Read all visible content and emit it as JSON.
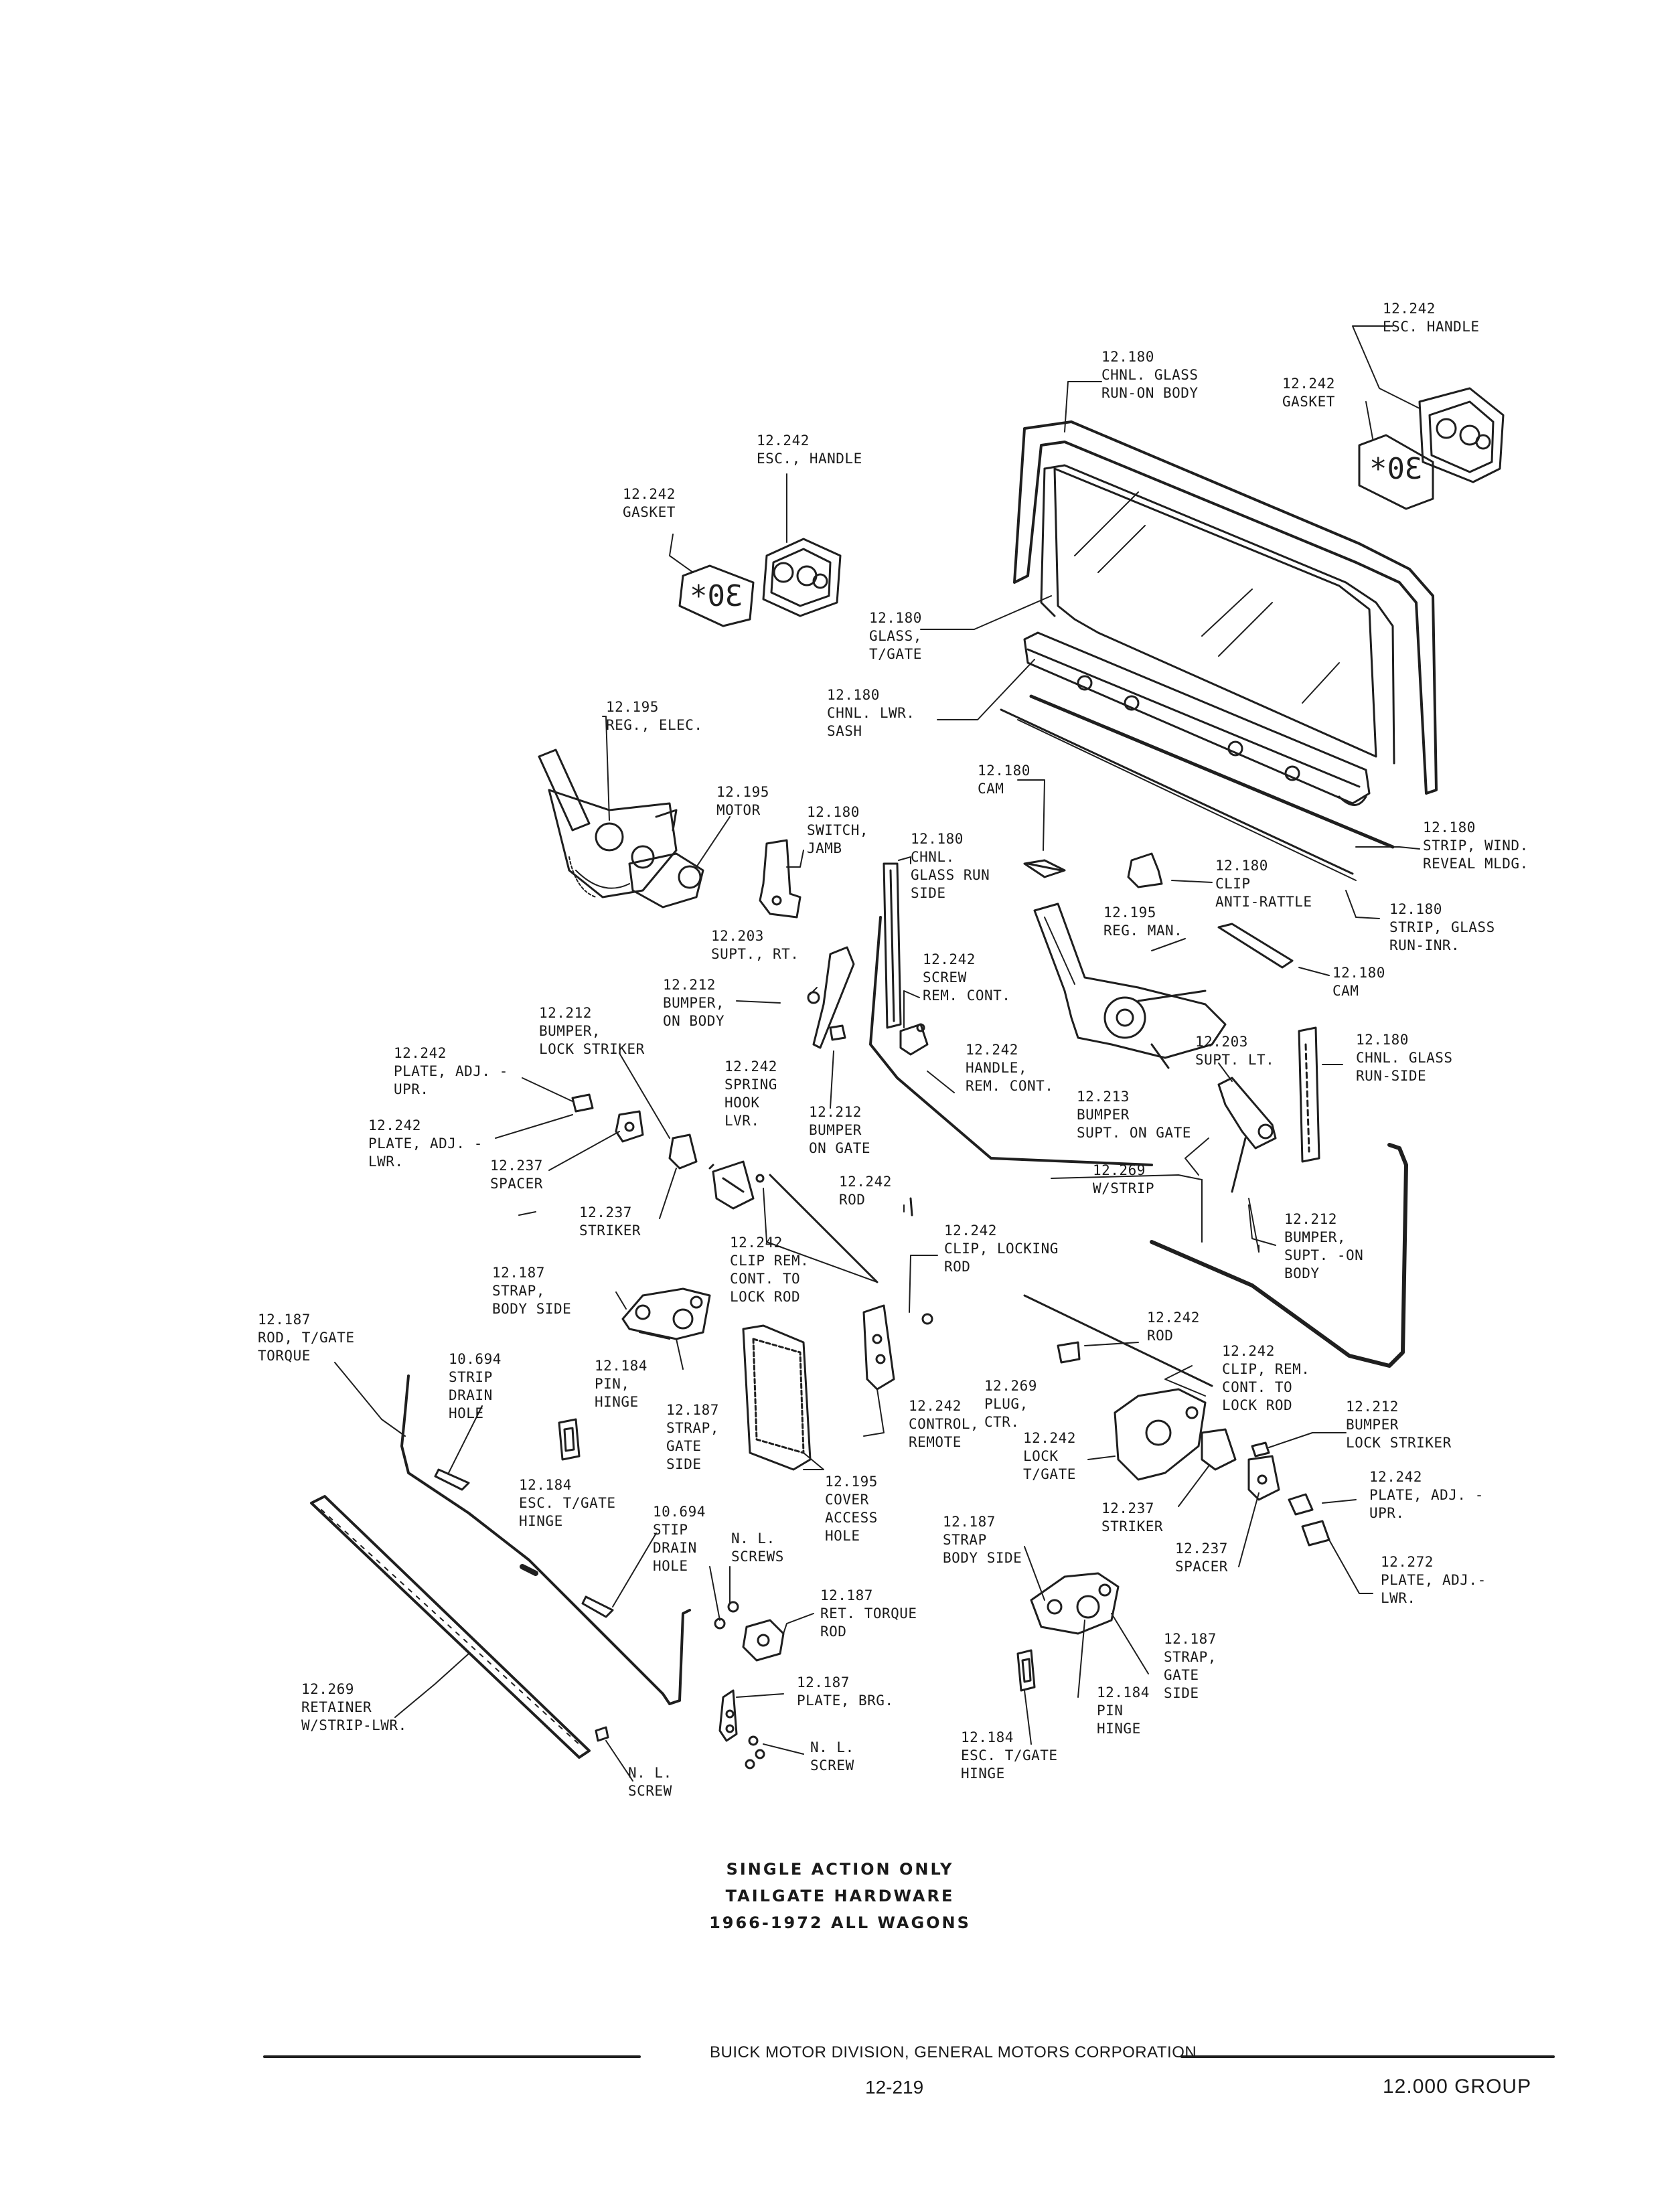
{
  "labels": [
    {
      "id": "esc-handle-right",
      "lines": [
        "12.242",
        "ESC. HANDLE"
      ]
    },
    {
      "id": "gasket-right",
      "lines": [
        "12.242",
        "GASKET"
      ]
    },
    {
      "id": "chnl-glass-run-on-body",
      "lines": [
        "12.180",
        "CHNL. GLASS",
        "RUN-ON BODY"
      ]
    },
    {
      "id": "esc-handle-left",
      "lines": [
        "12.242",
        "ESC., HANDLE"
      ]
    },
    {
      "id": "gasket-left",
      "lines": [
        "12.242",
        "GASKET"
      ]
    },
    {
      "id": "glass-tgate",
      "lines": [
        "12.180",
        "GLASS,",
        "T/GATE"
      ]
    },
    {
      "id": "chnl-lwr-sash",
      "lines": [
        "12.180",
        "CHNL. LWR.",
        "SASH"
      ]
    },
    {
      "id": "reg-elec",
      "lines": [
        "12.195",
        "REG., ELEC."
      ]
    },
    {
      "id": "motor",
      "lines": [
        "12.195",
        "MOTOR"
      ]
    },
    {
      "id": "switch-jamb",
      "lines": [
        "12.180",
        "SWITCH,",
        "JAMB"
      ]
    },
    {
      "id": "cam-upper",
      "lines": [
        "12.180",
        "CAM"
      ]
    },
    {
      "id": "chnl-glass-run-side",
      "lines": [
        "12.180",
        "CHNL.",
        "GLASS RUN",
        "SIDE"
      ]
    },
    {
      "id": "strip-wind-reveal",
      "lines": [
        "12.180",
        "STRIP, WIND.",
        "REVEAL MLDG."
      ]
    },
    {
      "id": "clip-anti-rattle",
      "lines": [
        "12.180",
        "CLIP",
        "ANTI-RATTLE"
      ]
    },
    {
      "id": "strip-glass-run-inr",
      "lines": [
        "12.180",
        "STRIP, GLASS",
        "RUN-INR."
      ]
    },
    {
      "id": "reg-man",
      "lines": [
        "12.195",
        "REG. MAN."
      ]
    },
    {
      "id": "cam-lower",
      "lines": [
        "12.180",
        "CAM"
      ]
    },
    {
      "id": "supt-rt",
      "lines": [
        "12.203",
        "SUPT., RT."
      ]
    },
    {
      "id": "bumper-on-body",
      "lines": [
        "12.212",
        "BUMPER,",
        "ON BODY"
      ]
    },
    {
      "id": "screw-rem-cont",
      "lines": [
        "12.242",
        "SCREW",
        "REM. CONT."
      ]
    },
    {
      "id": "bumper-lock-striker-left",
      "lines": [
        "12.212",
        "BUMPER,",
        "LOCK STRIKER"
      ]
    },
    {
      "id": "plate-adj-upr-left",
      "lines": [
        "12.242",
        "PLATE, ADJ. -",
        "UPR."
      ]
    },
    {
      "id": "spring-hook-lvr",
      "lines": [
        "12.242",
        "SPRING",
        "HOOK",
        "LVR."
      ]
    },
    {
      "id": "handle-rem-cont",
      "lines": [
        "12.242",
        "HANDLE,",
        "REM. CONT."
      ]
    },
    {
      "id": "bumper-supt-on-gate",
      "lines": [
        "12.213",
        "BUMPER",
        "SUPT. ON GATE"
      ]
    },
    {
      "id": "supt-lt",
      "lines": [
        "12.203",
        "SUPT. LT."
      ]
    },
    {
      "id": "chnl-glass-run-side-right",
      "lines": [
        "12.180",
        "CHNL. GLASS",
        "RUN-SIDE"
      ]
    },
    {
      "id": "plate-adj-lwr-left",
      "lines": [
        "12.242",
        "PLATE, ADJ. -",
        "LWR."
      ]
    },
    {
      "id": "bumper-on-gate",
      "lines": [
        "12.212",
        "BUMPER",
        "ON GATE"
      ]
    },
    {
      "id": "spacer-left",
      "lines": [
        "12.237",
        "SPACER"
      ]
    },
    {
      "id": "rod-upper",
      "lines": [
        "12.242",
        "ROD"
      ]
    },
    {
      "id": "w-strip",
      "lines": [
        "12.269",
        "W/STRIP"
      ]
    },
    {
      "id": "striker-left",
      "lines": [
        "12.237",
        "STRIKER"
      ]
    },
    {
      "id": "clip-rem-cont-to-lock-rod-left",
      "lines": [
        "12.242",
        "CLIP REM.",
        "CONT. TO",
        "LOCK ROD"
      ]
    },
    {
      "id": "clip-locking-rod",
      "lines": [
        "12.242",
        "CLIP, LOCKING",
        "ROD"
      ]
    },
    {
      "id": "bumper-supt-on-body",
      "lines": [
        "12.212",
        "BUMPER,",
        "SUPT. -ON",
        "BODY"
      ]
    },
    {
      "id": "strap-body-side-left",
      "lines": [
        "12.187",
        "STRAP,",
        "BODY SIDE"
      ]
    },
    {
      "id": "rod-tgate-torque",
      "lines": [
        "12.187",
        "ROD, T/GATE",
        "TORQUE"
      ]
    },
    {
      "id": "rod-lower",
      "lines": [
        "12.242",
        "ROD"
      ]
    },
    {
      "id": "strip-drain-hole-upper",
      "lines": [
        "10.694",
        "STRIP",
        "DRAIN",
        "HOLE"
      ]
    },
    {
      "id": "plug-ctr",
      "lines": [
        "12.269",
        "PLUG,",
        "CTR."
      ]
    },
    {
      "id": "clip-rem-cont-to-lock-rod-right",
      "lines": [
        "12.242",
        "CLIP, REM.",
        "CONT. TO",
        "LOCK ROD"
      ]
    },
    {
      "id": "pin-hinge-left",
      "lines": [
        "12.184",
        "PIN,",
        "HINGE"
      ]
    },
    {
      "id": "strap-gate-side-left",
      "lines": [
        "12.187",
        "STRAP,",
        "GATE",
        "SIDE"
      ]
    },
    {
      "id": "bumper-lock-striker-right",
      "lines": [
        "12.212",
        "BUMPER",
        "LOCK STRIKER"
      ]
    },
    {
      "id": "control-remote",
      "lines": [
        "12.242",
        "CONTROL,",
        "REMOTE"
      ]
    },
    {
      "id": "lock-tgate",
      "lines": [
        "12.242",
        "LOCK",
        "T/GATE"
      ]
    },
    {
      "id": "esc-tgate-hinge-left",
      "lines": [
        "12.184",
        "ESC. T/GATE",
        "HINGE"
      ]
    },
    {
      "id": "plate-adj-upr-right",
      "lines": [
        "12.242",
        "PLATE, ADJ. -",
        "UPR."
      ]
    },
    {
      "id": "cover-access-hole",
      "lines": [
        "12.195",
        "COVER",
        "ACCESS",
        "HOLE"
      ]
    },
    {
      "id": "striker-right",
      "lines": [
        "12.237",
        "STRIKER"
      ]
    },
    {
      "id": "strip-drain-hole-lower",
      "lines": [
        "10.694",
        "STIP",
        "DRAIN",
        "HOLE"
      ]
    },
    {
      "id": "nl-screws",
      "lines": [
        "N. L.",
        "SCREWS"
      ]
    },
    {
      "id": "strap-body-side-right",
      "lines": [
        "12.187",
        "STRAP",
        "BODY SIDE"
      ]
    },
    {
      "id": "spacer-right",
      "lines": [
        "12.237",
        "SPACER"
      ]
    },
    {
      "id": "plate-adj-lwr-right",
      "lines": [
        "12.272",
        "PLATE, ADJ.-",
        "LWR."
      ]
    },
    {
      "id": "ret-torque-rod",
      "lines": [
        "12.187",
        "RET. TORQUE",
        "ROD"
      ]
    },
    {
      "id": "strap-gate-side-right",
      "lines": [
        "12.187",
        "STRAP,",
        "GATE",
        "SIDE"
      ]
    },
    {
      "id": "pin-hinge-right",
      "lines": [
        "12.184",
        "PIN",
        "HINGE"
      ]
    },
    {
      "id": "plate-brg",
      "lines": [
        "12.187",
        "PLATE, BRG."
      ]
    },
    {
      "id": "retainer-w-strip-lwr",
      "lines": [
        "12.269",
        "RETAINER",
        "W/STRIP-LWR."
      ]
    },
    {
      "id": "nl-screw-mid",
      "lines": [
        "N. L.",
        "SCREW"
      ]
    },
    {
      "id": "esc-tgate-hinge-right",
      "lines": [
        "12.184",
        "ESC. T/GATE",
        "HINGE"
      ]
    },
    {
      "id": "nl-screw-left",
      "lines": [
        "N. L.",
        "SCREW"
      ]
    }
  ],
  "caption": {
    "line1": "SINGLE ACTION ONLY",
    "line2": "TAILGATE HARDWARE",
    "line3": "1966-1972 ALL  WAGONS"
  },
  "footer": {
    "division": "BUICK MOTOR DIVISION, GENERAL MOTORS CORPORATION",
    "page_number": "12-219",
    "group": "12.000 GROUP"
  }
}
